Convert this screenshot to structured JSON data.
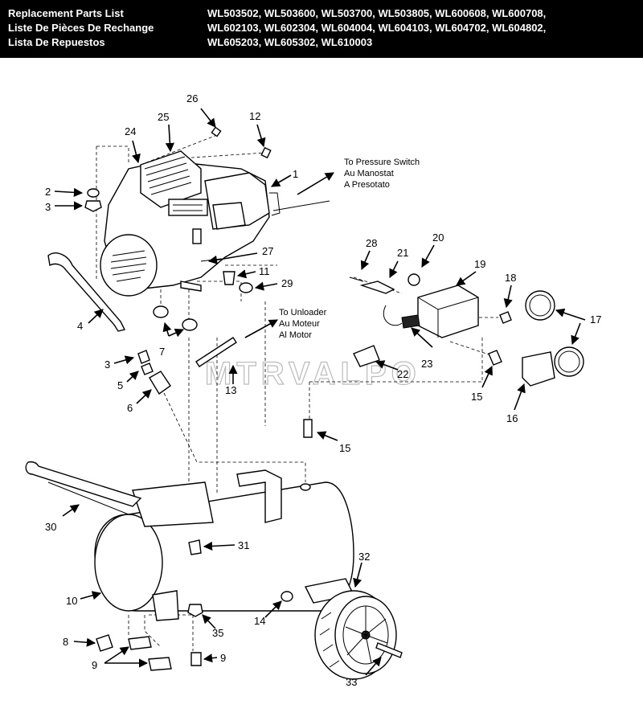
{
  "header": {
    "titles": [
      "Replacement Parts List",
      "Liste De Pièces De Rechange",
      "Lista De Repuestos"
    ],
    "models": [
      "WL503502, WL503600, WL503700, WL503805, WL600608, WL600708,",
      "WL602103, WL602304, WL604004, WL604103, WL604702, WL604802,",
      "WL605203, WL605302, WL610003"
    ]
  },
  "notes": {
    "pressure_switch": [
      "To Pressure Switch",
      "Au Manostat",
      "A Presotato"
    ],
    "unloader": [
      "To Unloader",
      "Au Moteur",
      "Al Motor"
    ]
  },
  "watermark": "MTRVALPO",
  "callouts": [
    "26",
    "25",
    "24",
    "12",
    "1",
    "2",
    "3",
    "27",
    "11",
    "29",
    "28",
    "21",
    "20",
    "19",
    "18",
    "17",
    "4",
    "7",
    "3",
    "5",
    "6",
    "13",
    "22",
    "23",
    "15",
    "16",
    "15",
    "30",
    "31",
    "32",
    "10",
    "14",
    "35",
    "8",
    "9",
    "9",
    "33"
  ]
}
